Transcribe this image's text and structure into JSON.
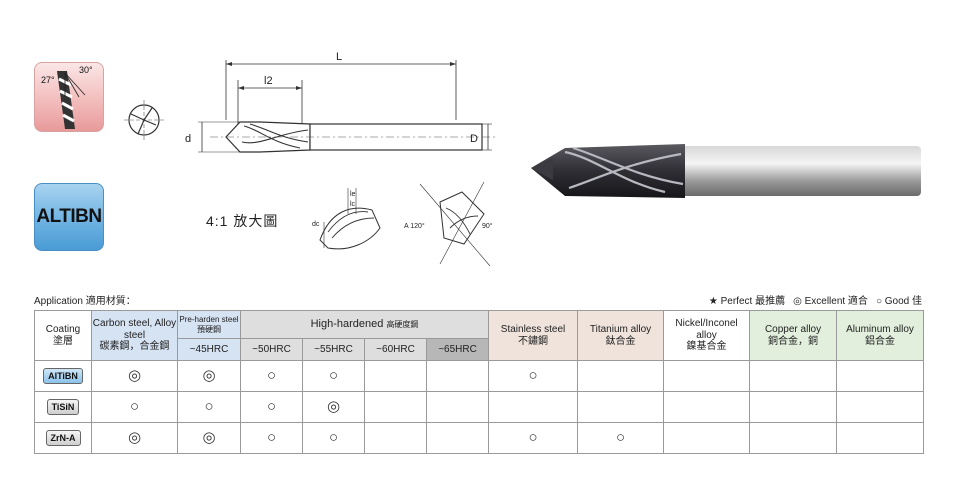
{
  "illustration": {
    "helix_angle_left": "27°",
    "helix_angle_right": "30°",
    "coating_logo": "ALTIBN",
    "dim_L": "L",
    "dim_l2": "l2",
    "dim_d": "d",
    "dim_D": "D",
    "zoom_label": "4:1  放大圖",
    "zoom_le": "le",
    "zoom_lc": "lc",
    "zoom_dc": "dc",
    "angle_a": "A 120°",
    "angle_b": "90°"
  },
  "application": {
    "title": "Application 適用材質："
  },
  "legend": {
    "perfect": "★ Perfect 最推薦",
    "excellent": "◎ Excellent 適合",
    "good": "○ Good 佳"
  },
  "table": {
    "headers": {
      "coating_en": "Coating",
      "coating_zh": "塗層",
      "carbon_en": "Carbon steel, Alloy steel",
      "carbon_zh": "碳素鋼，合金鋼",
      "pre_en": "Pre-harden steel",
      "pre_zh": "預硬鋼",
      "high_en": "High-hardened",
      "high_zh": "高硬度鋼",
      "stain_en": "Stainless steel",
      "stain_zh": "不鏽鋼",
      "tita_en": "Titanium alloy",
      "tita_zh": "鈦合金",
      "nick_en": "Nickel/Inconel alloy",
      "nick_zh": "鎳基合金",
      "copper_en": "Copper alloy",
      "copper_zh": "銅合金，銅",
      "alum_en": "Aluminum alloy",
      "alum_zh": "鋁合金"
    },
    "hardness": [
      "~45HRC",
      "~50HRC",
      "~55HRC",
      "~60HRC",
      "~65HRC"
    ],
    "rows": [
      {
        "coating": "AlTiBN",
        "cells": [
          "◎",
          "◎",
          "○",
          "○",
          "",
          "",
          "○",
          "",
          "",
          "",
          ""
        ]
      },
      {
        "coating": "TiSiN",
        "cells": [
          "○",
          "○",
          "○",
          "◎",
          "",
          "",
          "",
          "",
          "",
          "",
          ""
        ]
      },
      {
        "coating": "ZrN-A",
        "cells": [
          "◎",
          "◎",
          "○",
          "○",
          "",
          "",
          "○",
          "○",
          "",
          "",
          ""
        ]
      }
    ]
  }
}
